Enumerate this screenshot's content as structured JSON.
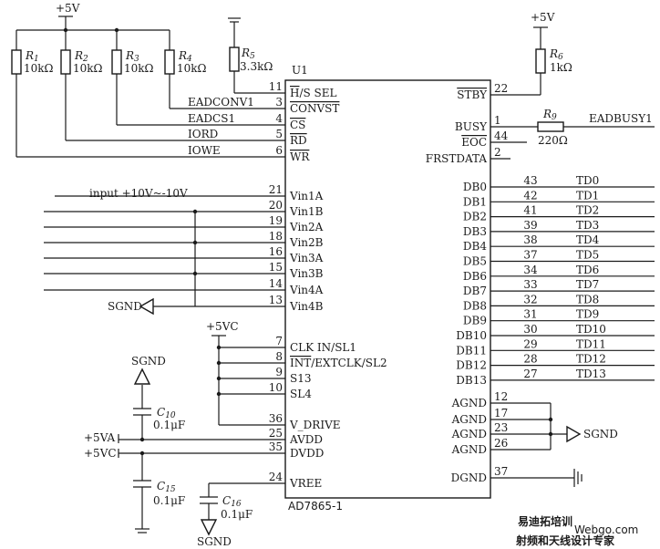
{
  "chip": {
    "name": "U1",
    "part": "AD7865-1",
    "left_pins": [
      {
        "num": "11",
        "label": "H/S SEL",
        "overline": "H"
      },
      {
        "num": "3",
        "label": "CONVST",
        "overline": "CONVST"
      },
      {
        "num": "4",
        "label": "CS",
        "overline": "CS"
      },
      {
        "num": "5",
        "label": "RD",
        "overline": "RD"
      },
      {
        "num": "6",
        "label": "WR",
        "overline": "WR"
      },
      {
        "num": "21",
        "label": "Vin1A"
      },
      {
        "num": "20",
        "label": "Vin1B"
      },
      {
        "num": "19",
        "label": "Vin2A"
      },
      {
        "num": "18",
        "label": "Vin2B"
      },
      {
        "num": "16",
        "label": "Vin3A"
      },
      {
        "num": "15",
        "label": "Vin3B"
      },
      {
        "num": "14",
        "label": "Vin4A"
      },
      {
        "num": "13",
        "label": "Vin4B"
      },
      {
        "num": "7",
        "label": "CLK IN/SL1"
      },
      {
        "num": "8",
        "label": "INT/EXTCLK/SL2",
        "overline": "INT"
      },
      {
        "num": "9",
        "label": "S13"
      },
      {
        "num": "10",
        "label": "SL4"
      },
      {
        "num": "36",
        "label": "V_DRIVE"
      },
      {
        "num": "25",
        "label": "AVDD"
      },
      {
        "num": "35",
        "label": "DVDD"
      },
      {
        "num": "24",
        "label": "VREE"
      }
    ],
    "right_pins": [
      {
        "num": "22",
        "label": "STBY",
        "overline": "STBY"
      },
      {
        "num": "1",
        "label": "BUSY"
      },
      {
        "num": "44",
        "label": "EOC",
        "overline": "EOC"
      },
      {
        "num": "2",
        "label": "FRSTDATA"
      },
      {
        "num": "12",
        "label": "AGND"
      },
      {
        "num": "17",
        "label": "AGND"
      },
      {
        "num": "23",
        "label": "AGND"
      },
      {
        "num": "26",
        "label": "AGND"
      },
      {
        "num": "37",
        "label": "DGND"
      }
    ],
    "data_bus": [
      {
        "pin": "DB0",
        "num": "43",
        "net": "TD0"
      },
      {
        "pin": "DB1",
        "num": "42",
        "net": "TD1"
      },
      {
        "pin": "DB2",
        "num": "41",
        "net": "TD2"
      },
      {
        "pin": "DB3",
        "num": "39",
        "net": "TD3"
      },
      {
        "pin": "DB4",
        "num": "38",
        "net": "TD4"
      },
      {
        "pin": "DB5",
        "num": "37",
        "net": "TD5"
      },
      {
        "pin": "DB6",
        "num": "34",
        "net": "TD6"
      },
      {
        "pin": "DB7",
        "num": "33",
        "net": "TD7"
      },
      {
        "pin": "DB8",
        "num": "32",
        "net": "TD8"
      },
      {
        "pin": "DB9",
        "num": "31",
        "net": "TD9"
      },
      {
        "pin": "DB10",
        "num": "30",
        "net": "TD10"
      },
      {
        "pin": "DB11",
        "num": "29",
        "net": "TD11"
      },
      {
        "pin": "DB12",
        "num": "28",
        "net": "TD12"
      },
      {
        "pin": "DB13",
        "num": "27",
        "net": "TD13"
      }
    ]
  },
  "resistors": [
    {
      "ref": "R",
      "sub": "1",
      "value": "10kΩ"
    },
    {
      "ref": "R",
      "sub": "2",
      "value": "10kΩ"
    },
    {
      "ref": "R",
      "sub": "3",
      "value": "10kΩ"
    },
    {
      "ref": "R",
      "sub": "4",
      "value": "10kΩ"
    },
    {
      "ref": "R",
      "sub": "5",
      "value": "3.3kΩ"
    },
    {
      "ref": "R",
      "sub": "6",
      "value": "1kΩ"
    },
    {
      "ref": "R",
      "sub": "9",
      "value": "220Ω"
    }
  ],
  "capacitors": [
    {
      "ref": "C",
      "sub": "10",
      "value": "0.1μF"
    },
    {
      "ref": "C",
      "sub": "15",
      "value": "0.1μF"
    },
    {
      "ref": "C",
      "sub": "16",
      "value": "0.1μF"
    }
  ],
  "nets": {
    "vcc_top_left": "+5V",
    "vcc_top_right": "+5V",
    "vcc_clk": "+5VC",
    "avdd_in": "+5VA",
    "dvdd_in": "+5VC",
    "eadconv": "EADCONV1",
    "eadcs": "EADCS1",
    "iord": "IORD",
    "iowe": "IOWE",
    "input": "input +10V~-10V",
    "sgnd_vin": "SGND",
    "sgnd_cap_top": "SGND",
    "sgnd_cap_bottom": "SGND",
    "sgnd_agnd": "SGND",
    "eadbusy": "EADBUSY1"
  },
  "watermark": {
    "main": "易迪拓培训",
    "sub": "射频和天线设计专家",
    "small": "Webgo.com"
  },
  "colors": {
    "ink": "#1a1a1a",
    "watermark_red": "#d9534f",
    "watermark_gray": "#9a9a9a"
  }
}
